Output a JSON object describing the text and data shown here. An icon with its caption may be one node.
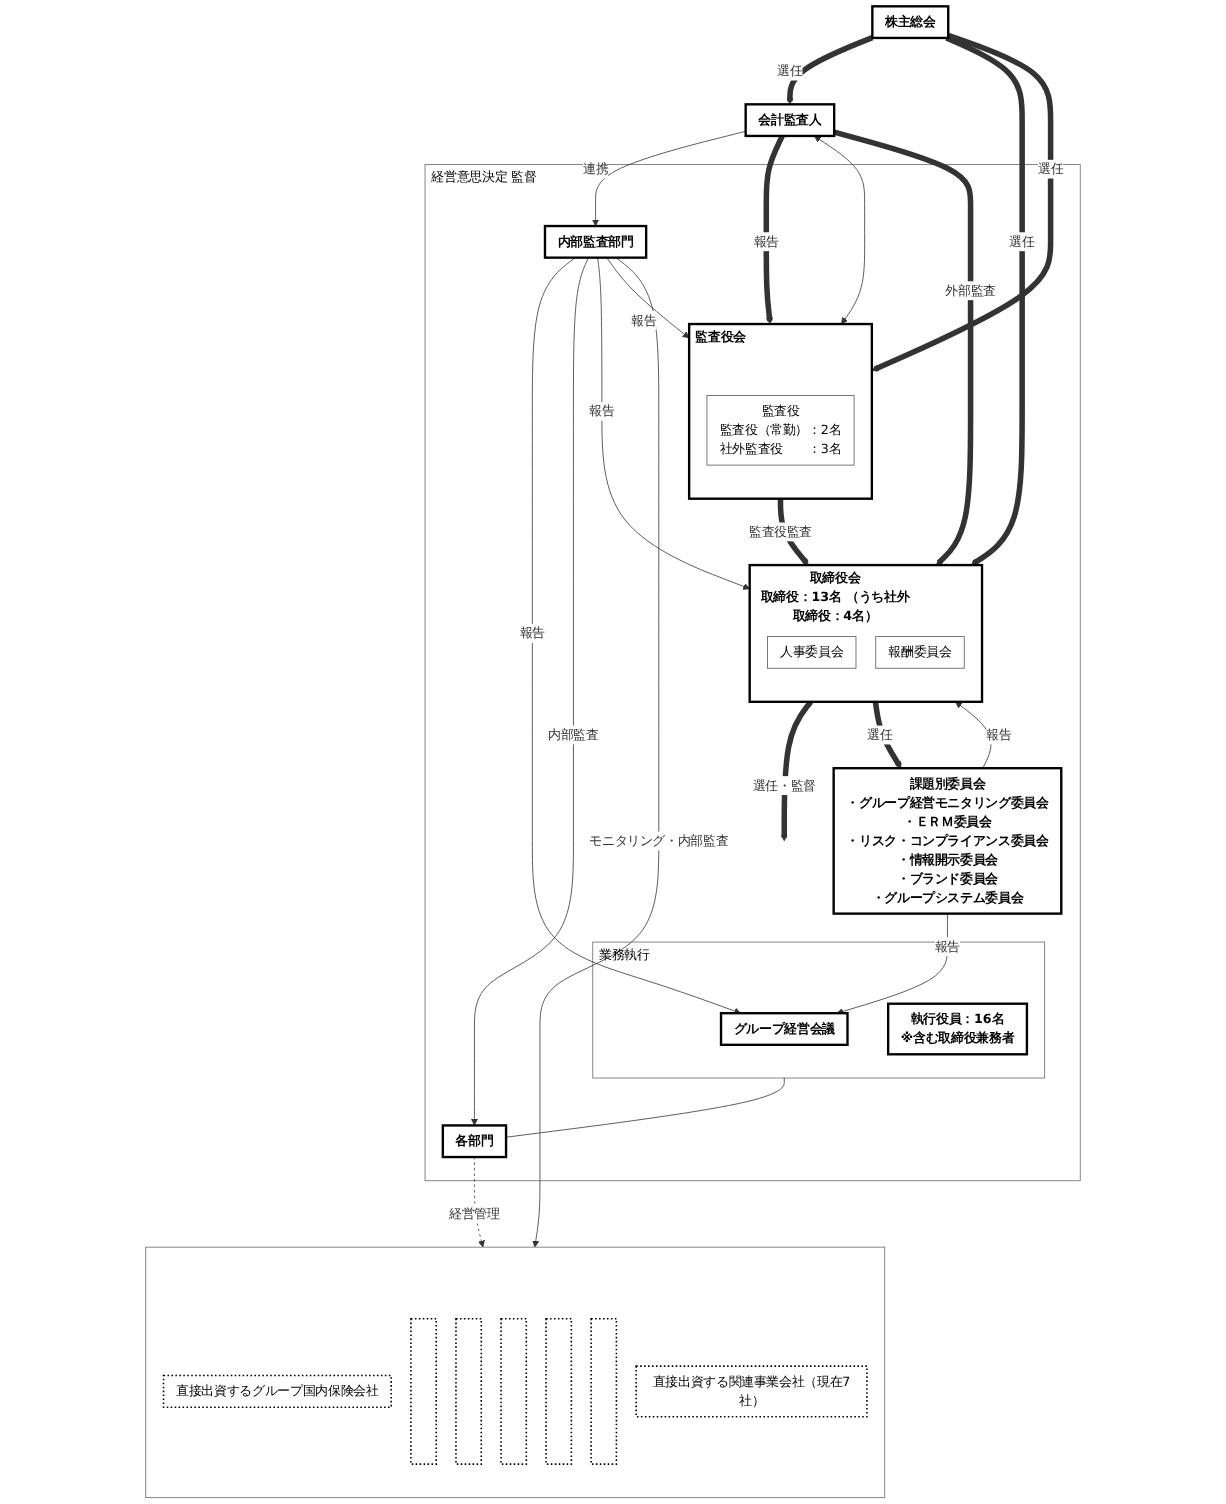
{
  "diagram": {
    "nodes": [
      {
        "text": [
          "株主総会"
        ]
      },
      {
        "text": [
          "経営意思決定 監督"
        ]
      },
      {
        "text": [
          "取締役会",
          "取締役：13名 （うち社外取締役：4名）"
        ],
        "in": 1
      },
      {
        "text": [
          "人事委員会"
        ],
        "in": 2
      },
      {
        "text": [
          "報酬委員会"
        ],
        "in": 2
      },
      {
        "text": [
          "監査役会"
        ],
        "in": 1
      },
      {
        "text": [
          "監査役",
          "監査役（常勤）：2名",
          "社外監査役　　：3名"
        ],
        "in": 5
      },
      {
        "text": [
          "会計監査人"
        ]
      },
      {
        "text": [
          "業務執行"
        ],
        "in": 1
      },
      {
        "text": [
          "グループ経営会議"
        ],
        "in": 8
      },
      {
        "text": [
          "執行役員：16名",
          "※含む取締役兼務者"
        ],
        "in": 8
      },
      {
        "text": [
          "課題別委員会",
          "・グループ経営モニタリング委員会",
          "・ＥＲＭ委員会",
          "・リスク・コンプライアンス委員会",
          "・情報開示委員会",
          "・ブランド委員会",
          "・グループシステム委員会"
        ],
        "in": 1
      },
      {
        "text": [
          "内部監査部門"
        ],
        "in": 1
      },
      {
        "text": [
          "各部門"
        ],
        "in": 1
      },
      {
        "text": [],
        "shape": "box"
      },
      {
        "text": [
          "直接出資するグループ国内保険会社"
        ],
        "in": 14
      },
      {
        "text": [],
        "shape": "box",
        "in": 14
      },
      {
        "text": [],
        "shape": "box",
        "in": 14
      },
      {
        "text": [],
        "shape": "box",
        "in": 14
      },
      {
        "text": [],
        "shape": "box",
        "in": 14
      },
      {
        "text": [],
        "shape": "box",
        "in": 14
      },
      {
        "text": [
          "直接出資する関連事業会社（現在7社）"
        ],
        "in": 14
      }
    ],
    "edges": [
      {
        "from": 0,
        "to": 2,
        "label": "選任",
        "arrow": "to",
        "style": "thick"
      },
      {
        "from": 0,
        "to": 5,
        "label": "選任",
        "arrow": "to",
        "style": "thick"
      },
      {
        "from": 0,
        "to": 7,
        "label": "選任",
        "arrow": "to",
        "style": "thick"
      },
      {
        "from": 5,
        "to": 2,
        "label": "監査役監査",
        "arrow": "to",
        "style": "thick"
      },
      {
        "from": 7,
        "to": 5,
        "label": "報告",
        "arrow": "to",
        "style": "thick"
      },
      {
        "from": 7,
        "to": 5,
        "arrow": "both"
      },
      {
        "from": 7,
        "to": 2,
        "label": "外部監査",
        "arrow": "to",
        "style": "thick"
      },
      {
        "from": 2,
        "to": 8,
        "label": "選任・監督",
        "arrow": "to",
        "style": "thick"
      },
      {
        "from": 2,
        "to": 11,
        "label": "選任",
        "arrow": "to",
        "style": "thick"
      },
      {
        "from": 11,
        "to": 2,
        "label": "報告",
        "arrow": "to"
      },
      {
        "from": 12,
        "to": 2,
        "label": "報告",
        "arrow": "to"
      },
      {
        "from": 11,
        "to": 9,
        "label": "報告",
        "arrow": "to"
      },
      {
        "from": 12,
        "to": 9,
        "label": "報告",
        "arrow": "to"
      },
      {
        "from": 12,
        "to": 5,
        "label": "報告",
        "arrow": "to"
      },
      {
        "from": 7,
        "to": 12,
        "label": "連携",
        "arrow": "to"
      },
      {
        "from": 8,
        "to": 13,
        "arrow": "none"
      },
      {
        "from": 12,
        "to": 13,
        "label": "内部監査",
        "arrow": "to"
      },
      {
        "from": 13,
        "to": 14,
        "label": "経営管理",
        "arrow": "to",
        "style": "dashed"
      },
      {
        "from": 12,
        "to": 14,
        "label": "モニタリング・内部監査",
        "arrow": "to"
      }
    ]
  }
}
